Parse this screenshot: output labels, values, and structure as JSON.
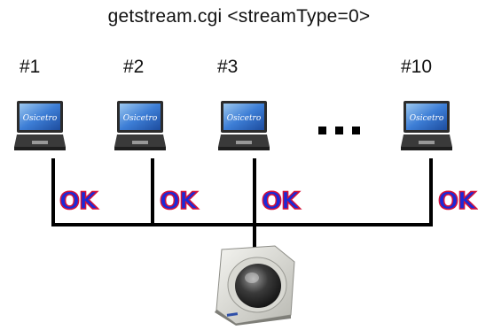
{
  "title": "getstream.cgi <streamType=0>",
  "clients": [
    {
      "label": "#1",
      "status": "OK"
    },
    {
      "label": "#2",
      "status": "OK"
    },
    {
      "label": "#3",
      "status": "OK"
    },
    {
      "label": "#10",
      "status": "OK"
    }
  ],
  "laptop_screen_text": "Osicetro",
  "colors": {
    "ok_fill": "#1a2ad8",
    "ok_outline": "#d4123a",
    "wire": "#000000"
  },
  "icons": {
    "client": "laptop-icon",
    "server": "ip-camera-icon",
    "more": "ellipsis-icon"
  }
}
